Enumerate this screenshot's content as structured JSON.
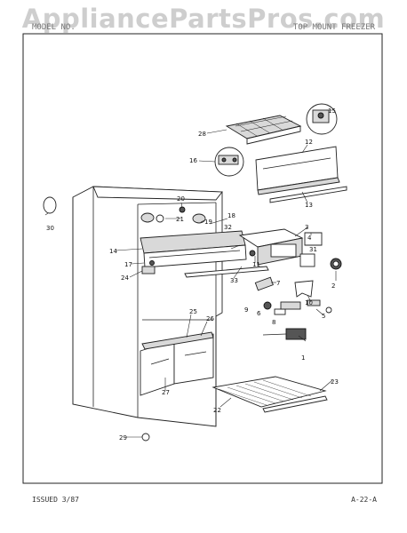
{
  "watermark": "AppliancePartsPros.com",
  "header": {
    "left": "MODEL NO.",
    "right": "TOP MOUNT FREEZER"
  },
  "footer": {
    "issued": "ISSUED 3/87",
    "page": "A-22-A"
  },
  "callouts": [
    "1",
    "2",
    "3",
    "4",
    "5",
    "6",
    "7",
    "8",
    "9",
    "10",
    "11",
    "12",
    "13",
    "14",
    "15",
    "16",
    "17",
    "18",
    "19",
    "20",
    "21",
    "22",
    "23",
    "24",
    "25",
    "26",
    "27",
    "28",
    "29",
    "30",
    "31",
    "32",
    "33"
  ]
}
